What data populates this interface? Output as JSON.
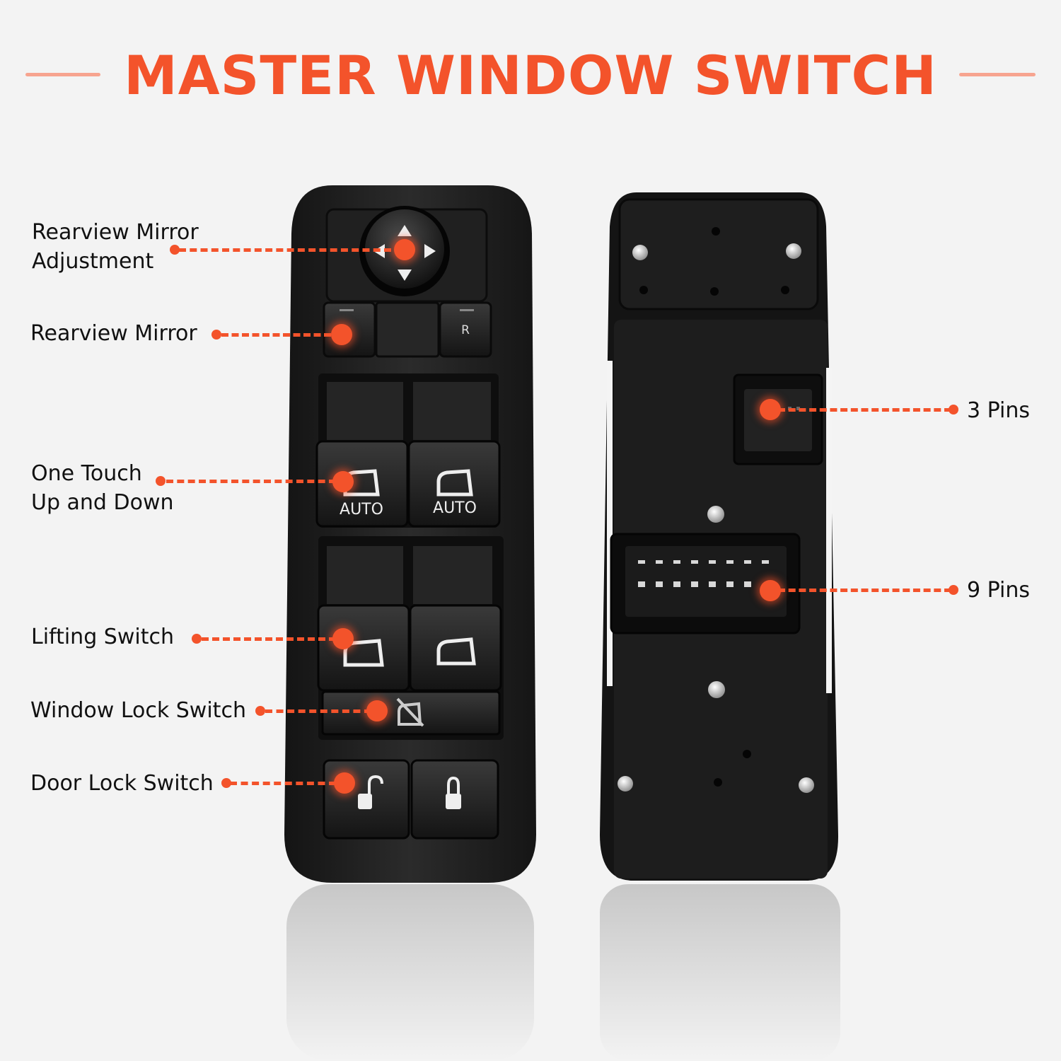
{
  "title": "MASTER WINDOW SWITCH",
  "colors": {
    "accent": "#f3532b",
    "accent_light": "#f7a48f",
    "panel_dark": "#1c1c1c",
    "panel_mid": "#2a2a2a",
    "background": "#f3f3f3",
    "label_text": "#111111"
  },
  "front_callouts": [
    {
      "label_line1": "Rearview Mirror",
      "label_line2": "Adjustment"
    },
    {
      "label_line1": "Rearview Mirror"
    },
    {
      "label_line1": "One Touch",
      "label_line2": "Up and Down"
    },
    {
      "label_line1": "Lifting Switch"
    },
    {
      "label_line1": "Window Lock Switch"
    },
    {
      "label_line1": "Door Lock Switch"
    }
  ],
  "rear_callouts": [
    {
      "label_line1": "3 Pins"
    },
    {
      "label_line1": "9 Pins"
    }
  ],
  "switch_labels": {
    "mirror_right": "R",
    "auto_left": "AUTO",
    "auto_right": "AUTO"
  },
  "icons": [
    "mirror-joystick-arrows-icon",
    "window-up-icon",
    "window-lock-icon",
    "unlock-icon",
    "lock-icon",
    "screw-icon",
    "connector-icon"
  ]
}
